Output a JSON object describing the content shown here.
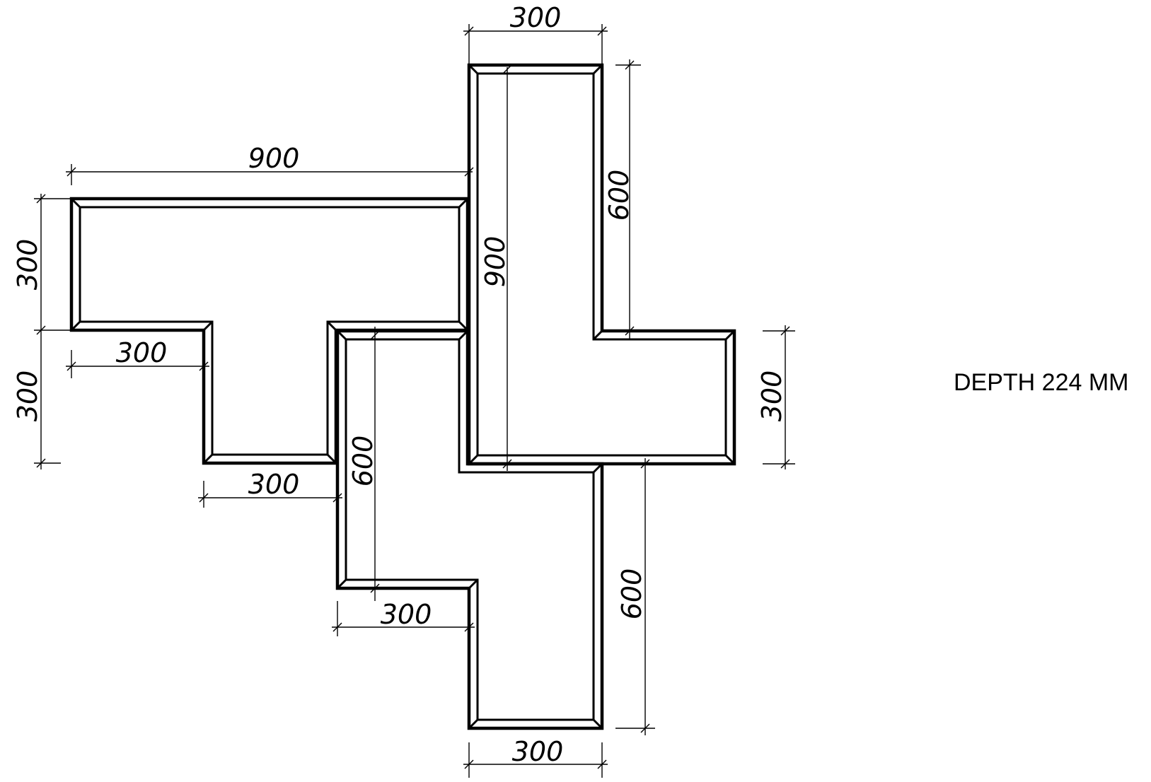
{
  "note": "DEPTH 224 MM",
  "dimensions": {
    "top_width": "300",
    "upper_left_width": "900",
    "left_upper_height": "300",
    "left_lower_height": "300",
    "left_step_width": "300",
    "left_bottom_width": "300",
    "center_height": "900",
    "right_upper_height": "600",
    "right_side_height": "300",
    "middle_height": "600",
    "middle_step_width": "300",
    "right_lower_height": "600",
    "bottom_width": "300"
  },
  "colors": {
    "ink": "#000000",
    "paper": "#ffffff"
  }
}
